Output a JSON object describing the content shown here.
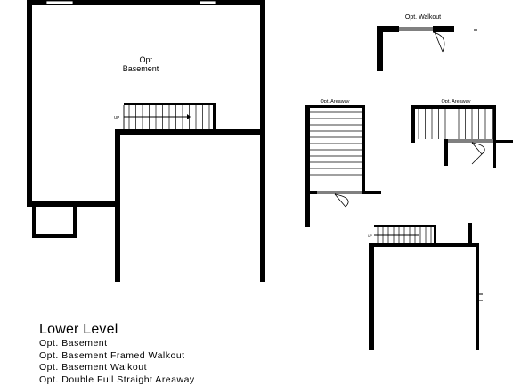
{
  "room_label_line1": "Opt.",
  "room_label_line2": "Basement",
  "stair_up_label": "UP",
  "walkout_title": "Opt. Walkout",
  "areaway_left_title": "Opt. Areaway",
  "areaway_right_title": "Opt. Areaway",
  "legend": {
    "title": "Lower Level",
    "options": [
      "Opt. Basement",
      "Opt. Basement Framed Walkout",
      "Opt. Basement Walkout",
      "Opt. Double Full Straight Areaway"
    ]
  }
}
